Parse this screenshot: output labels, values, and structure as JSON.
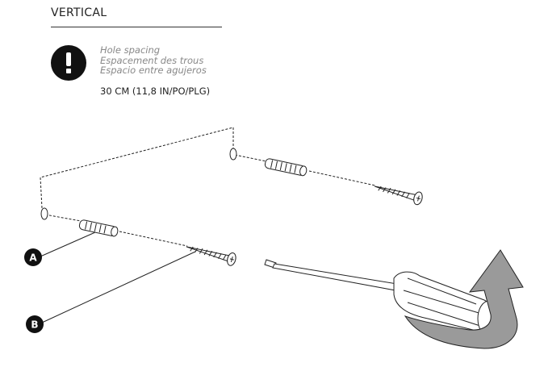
{
  "header": {
    "title": "VERTICAL"
  },
  "note": {
    "icon": "exclamation-icon",
    "lines": [
      "Hole spacing",
      "Espacement des trous",
      "Espacio entre agujeros"
    ],
    "spacing": "30 CM (11,8 IN/PO/PLG)"
  },
  "callouts": {
    "a": "A",
    "b": "B"
  },
  "colors": {
    "arrow": "#999999",
    "ink": "#111111"
  }
}
